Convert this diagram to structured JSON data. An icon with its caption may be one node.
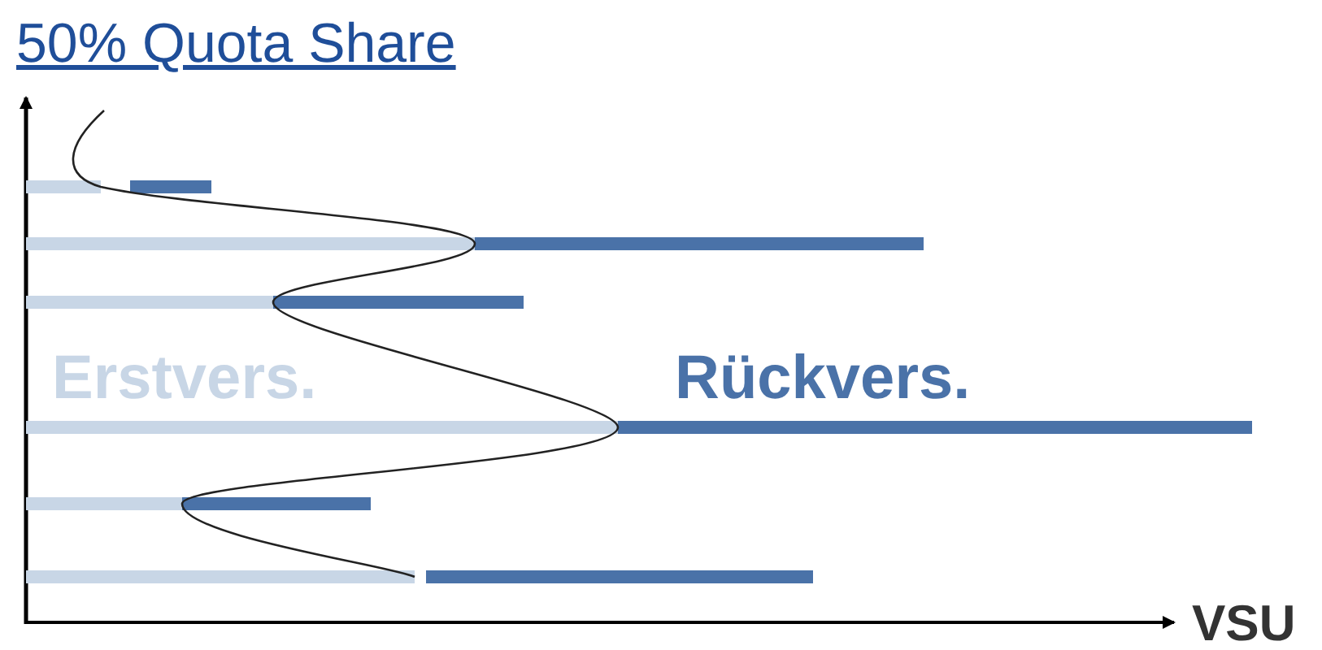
{
  "diagram": {
    "title": "50% Quota Share",
    "labels": [
      "Erstvers.",
      "Rückvers.",
      "VSU"
    ]
  }
}
